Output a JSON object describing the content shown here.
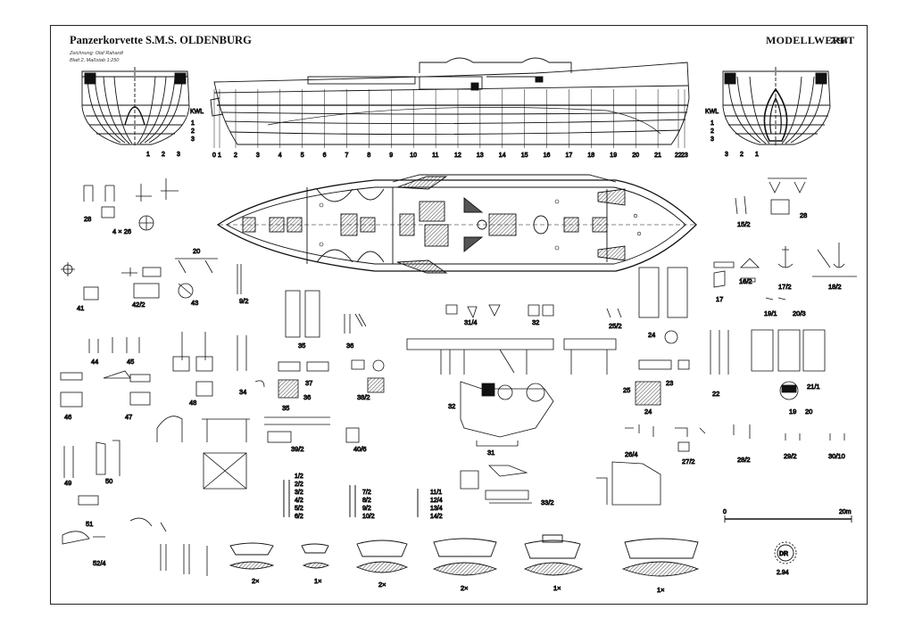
{
  "header": {
    "title": "Panzerkorvette S.M.S. OLDENBURG",
    "drawing_by": "Zeichnung: Olaf Rahardt",
    "sheet_info": "Blatt 2, Maßstab 1:250",
    "publisher": "MODELLWERFT",
    "issue": "7/94"
  },
  "body_plan": {
    "waterline_label": "KWL",
    "waterlines": [
      "1",
      "2",
      "3"
    ],
    "left_buttocks": [
      "1",
      "2",
      "3"
    ],
    "right_buttocks": [
      "3",
      "2",
      "1"
    ]
  },
  "stations": [
    "0",
    "1",
    "2",
    "3",
    "4",
    "5",
    "6",
    "7",
    "8",
    "9",
    "10",
    "11",
    "12",
    "13",
    "14",
    "15",
    "16",
    "17",
    "18",
    "19",
    "20",
    "21",
    "22",
    "23"
  ],
  "part_labels": [
    {
      "id": "p28a",
      "text": "28"
    },
    {
      "id": "p4x26",
      "text": "4 × 26"
    },
    {
      "id": "p28b",
      "text": "28"
    },
    {
      "id": "p15x2",
      "text": "15/2"
    },
    {
      "id": "p20a",
      "text": "20"
    },
    {
      "id": "p41",
      "text": "41"
    },
    {
      "id": "p42x2",
      "text": "42/2"
    },
    {
      "id": "p43",
      "text": "43"
    },
    {
      "id": "p9x2",
      "text": "9/2"
    },
    {
      "id": "p35a",
      "text": "35"
    },
    {
      "id": "p36a",
      "text": "36"
    },
    {
      "id": "p31x4",
      "text": "31/4"
    },
    {
      "id": "p32a",
      "text": "32"
    },
    {
      "id": "p25x2",
      "text": "25/2"
    },
    {
      "id": "p24a",
      "text": "24"
    },
    {
      "id": "p17",
      "text": "17"
    },
    {
      "id": "p16x2",
      "text": "16/2"
    },
    {
      "id": "p17x2",
      "text": "17/2"
    },
    {
      "id": "p18x2",
      "text": "18/2"
    },
    {
      "id": "p19x1",
      "text": "19/1"
    },
    {
      "id": "p20x3",
      "text": "20/3"
    },
    {
      "id": "p44",
      "text": "44"
    },
    {
      "id": "p45",
      "text": "45"
    },
    {
      "id": "p46",
      "text": "46"
    },
    {
      "id": "p47",
      "text": "47"
    },
    {
      "id": "p48",
      "text": "48"
    },
    {
      "id": "p34",
      "text": "34"
    },
    {
      "id": "p37",
      "text": "37"
    },
    {
      "id": "p35b",
      "text": "35"
    },
    {
      "id": "p36b",
      "text": "36"
    },
    {
      "id": "p38x2",
      "text": "38/2"
    },
    {
      "id": "p39x2",
      "text": "39/2"
    },
    {
      "id": "p40x6",
      "text": "40/6"
    },
    {
      "id": "p32b",
      "text": "32"
    },
    {
      "id": "p31",
      "text": "31"
    },
    {
      "id": "p23",
      "text": "23"
    },
    {
      "id": "p25",
      "text": "25"
    },
    {
      "id": "p24b",
      "text": "24"
    },
    {
      "id": "p22",
      "text": "22"
    },
    {
      "id": "p21x1",
      "text": "21/1"
    },
    {
      "id": "p19",
      "text": "19"
    },
    {
      "id": "p20b",
      "text": "20"
    },
    {
      "id": "p26x4",
      "text": "26/4"
    },
    {
      "id": "p27x2",
      "text": "27/2"
    },
    {
      "id": "p28x2",
      "text": "28/2"
    },
    {
      "id": "p29x2",
      "text": "29/2"
    },
    {
      "id": "p30x10",
      "text": "30/10"
    },
    {
      "id": "p49",
      "text": "49"
    },
    {
      "id": "p50",
      "text": "50"
    },
    {
      "id": "p51",
      "text": "51"
    },
    {
      "id": "p33x2",
      "text": "33/2"
    },
    {
      "id": "p52x4",
      "text": "52/4"
    }
  ],
  "list_left": [
    "1/2",
    "2/2",
    "3/2",
    "4/2",
    "5/2",
    "6/2"
  ],
  "list_mid": [
    "7/2",
    "8/2",
    "9/2",
    "10/2"
  ],
  "list_right": [
    "11/1",
    "12/4",
    "13/4",
    "14/2"
  ],
  "scale_bar": {
    "start": "0",
    "end": "20m"
  },
  "boats": [
    "2×",
    "1×",
    "2×",
    "2×",
    "1×",
    "1×"
  ],
  "stamp": {
    "text": "DR",
    "date": "2.94"
  }
}
